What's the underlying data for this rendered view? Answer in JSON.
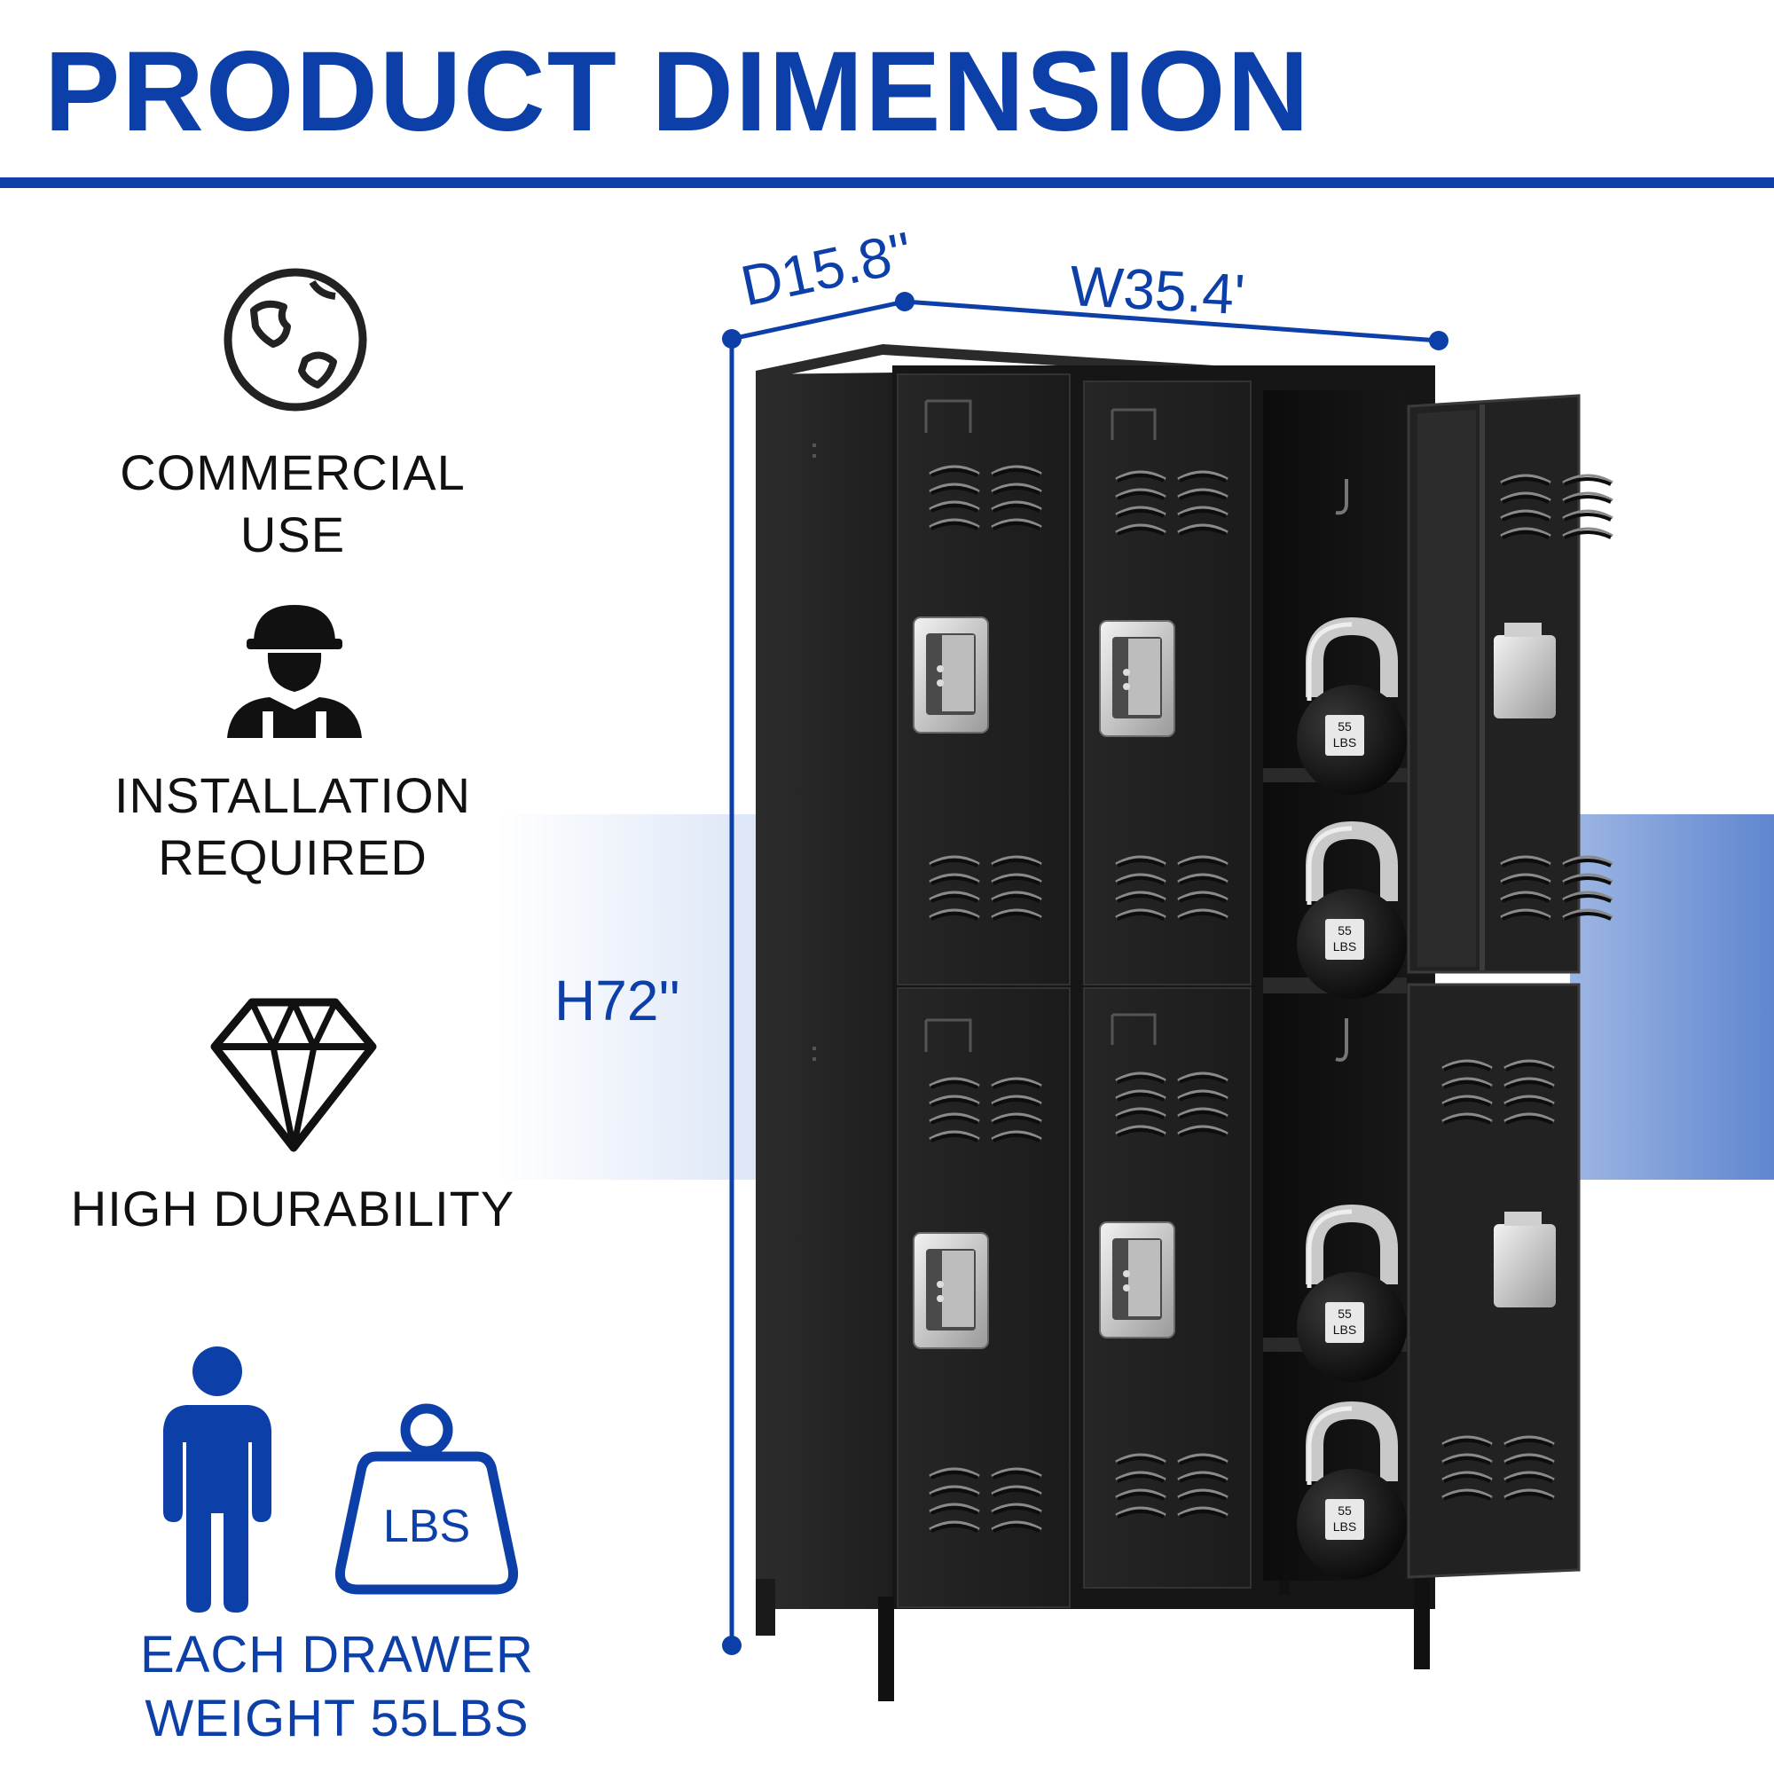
{
  "header": {
    "title": "PRODUCT DIMENSION"
  },
  "features": [
    {
      "icon": "globe-icon",
      "line1": "COMMERCIAL",
      "line2": "USE"
    },
    {
      "icon": "worker-icon",
      "line1": "INSTALLATION",
      "line2": "REQUIRED"
    },
    {
      "icon": "diamond-icon",
      "line1": "HIGH DURABILITY",
      "line2": ""
    },
    {
      "icon": "person-weight-icon",
      "line1": "EACH DRAWER",
      "line2": "WEIGHT 55LBS",
      "weight_label": "LBS"
    }
  ],
  "dimensions": {
    "depth": "D15.8''",
    "width": "W35.4'",
    "height": "H72''"
  },
  "kettlebell_label": {
    "line1": "55",
    "line2": "LBS"
  },
  "colors": {
    "brand_blue": "#0d3fa8",
    "locker": "#1f1f1f",
    "text": "#111111"
  }
}
